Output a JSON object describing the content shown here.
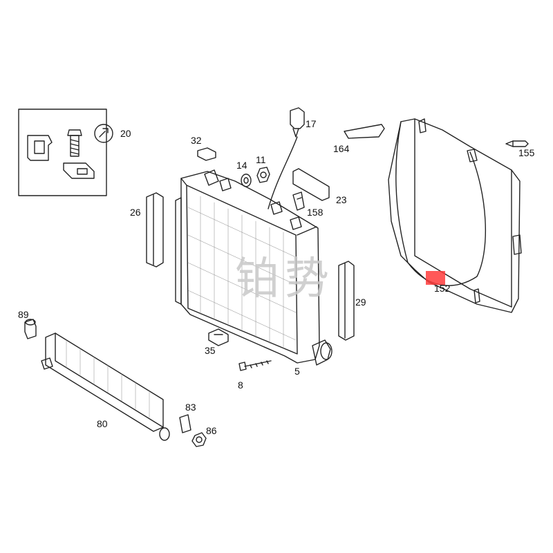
{
  "labels": {
    "p5": "5",
    "p8": "8",
    "p11": "11",
    "p14": "14",
    "p17": "17",
    "p20": "20",
    "p23": "23",
    "p26": "26",
    "p29": "29",
    "p32": "32",
    "p35": "35",
    "p80": "80",
    "p83": "83",
    "p86": "86",
    "p89": "89",
    "p152": "152",
    "p155": "155",
    "p158": "158",
    "p164": "164"
  },
  "watermark": "铂势",
  "colors": {
    "line": "#222222",
    "highlight": "#ff3b3b",
    "watermark": "#c8c8c8"
  }
}
